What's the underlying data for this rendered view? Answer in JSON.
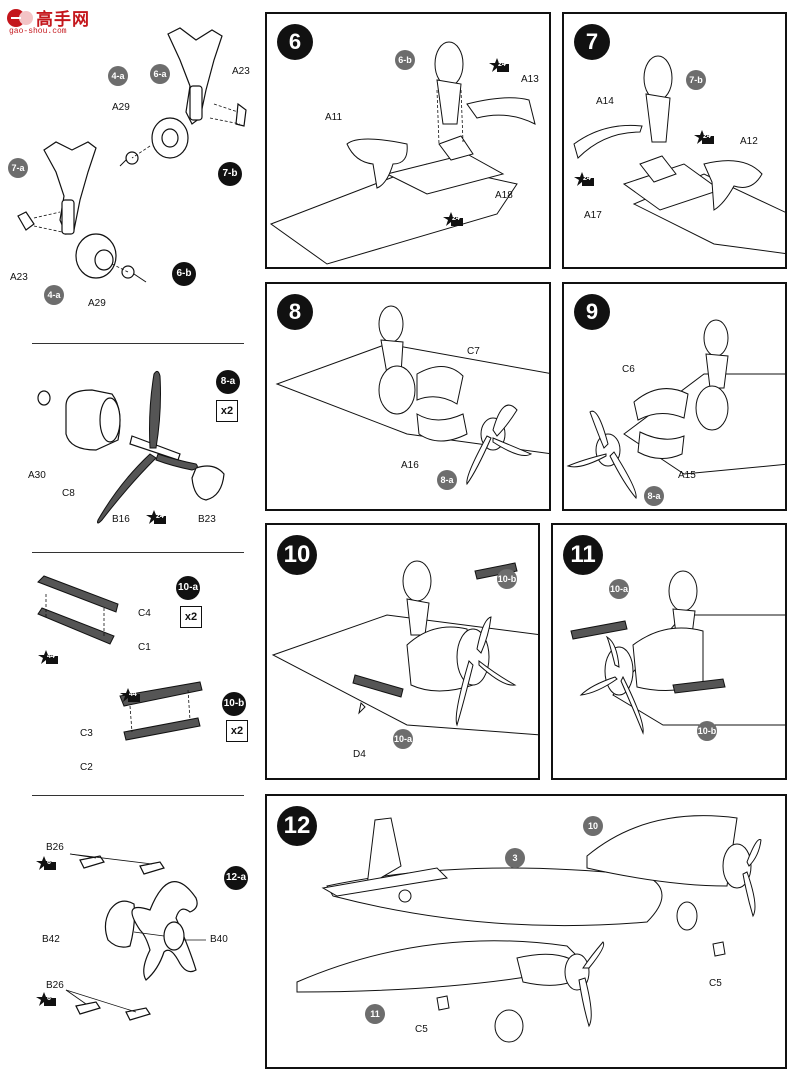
{
  "logo": {
    "title": "高手网",
    "url": "gao-shou.com"
  },
  "left": {
    "section1": {
      "bubbles": [
        "6-a",
        "4-a",
        "7-a",
        "4-a"
      ],
      "steps": [
        "7-b",
        "6-b"
      ],
      "labels": [
        "A23",
        "A29",
        "A23",
        "A29"
      ]
    },
    "section2": {
      "step": "8-a",
      "mult": "x2",
      "labels": [
        "A30",
        "C8",
        "B16",
        "B23"
      ],
      "paint": "24"
    },
    "section3": {
      "steps": [
        "10-a",
        "10-b"
      ],
      "mult": [
        "x2",
        "x2"
      ],
      "labels": [
        "C4",
        "C1",
        "C3",
        "C2"
      ],
      "paint": [
        "44",
        "44"
      ]
    },
    "section4": {
      "step": "12-a",
      "labels": [
        "B26",
        "B42",
        "B40",
        "B26"
      ],
      "paint": [
        "6",
        "6"
      ]
    }
  },
  "panels": {
    "p6": {
      "num": "6",
      "bubble": "6-b",
      "labels": [
        "A11",
        "A13",
        "A18"
      ],
      "paint": [
        "24",
        "24"
      ]
    },
    "p7": {
      "num": "7",
      "bubble": "7-b",
      "labels": [
        "A14",
        "A12",
        "A17"
      ],
      "paint": [
        "24",
        "24"
      ]
    },
    "p8": {
      "num": "8",
      "bubble": "8-a",
      "labels": [
        "C7",
        "A16"
      ]
    },
    "p9": {
      "num": "9",
      "bubble": "8-a",
      "labels": [
        "C6",
        "A15"
      ]
    },
    "p10": {
      "num": "10",
      "bubbles": [
        "10-b",
        "10-a"
      ],
      "labels": [
        "D4"
      ]
    },
    "p11": {
      "num": "11",
      "bubbles": [
        "10-a",
        "10-b"
      ]
    },
    "p12": {
      "num": "12",
      "bubbles": [
        "3",
        "10",
        "11"
      ],
      "labels": [
        "C5",
        "C5"
      ]
    }
  }
}
